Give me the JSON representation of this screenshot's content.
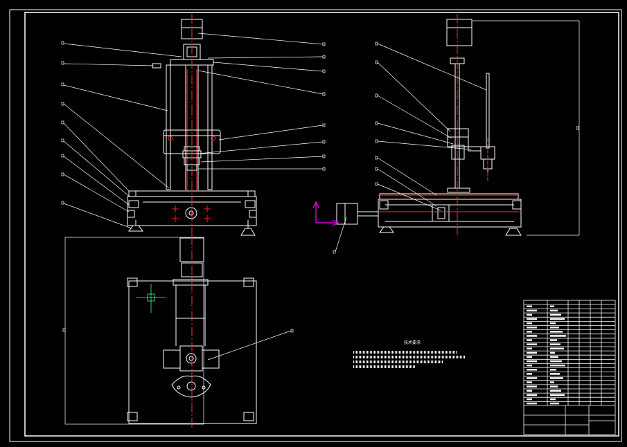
{
  "drawing": {
    "colors": {
      "background": "#000000",
      "line": "#ffffff",
      "centerline": "#ff3030",
      "axis": "#ff00ff",
      "marker": "#ff2020",
      "cursor": "#40ff80"
    },
    "notes_title": "技术要求",
    "views": [
      "front-view",
      "side-view",
      "top-view"
    ],
    "title_block": "title-block"
  }
}
